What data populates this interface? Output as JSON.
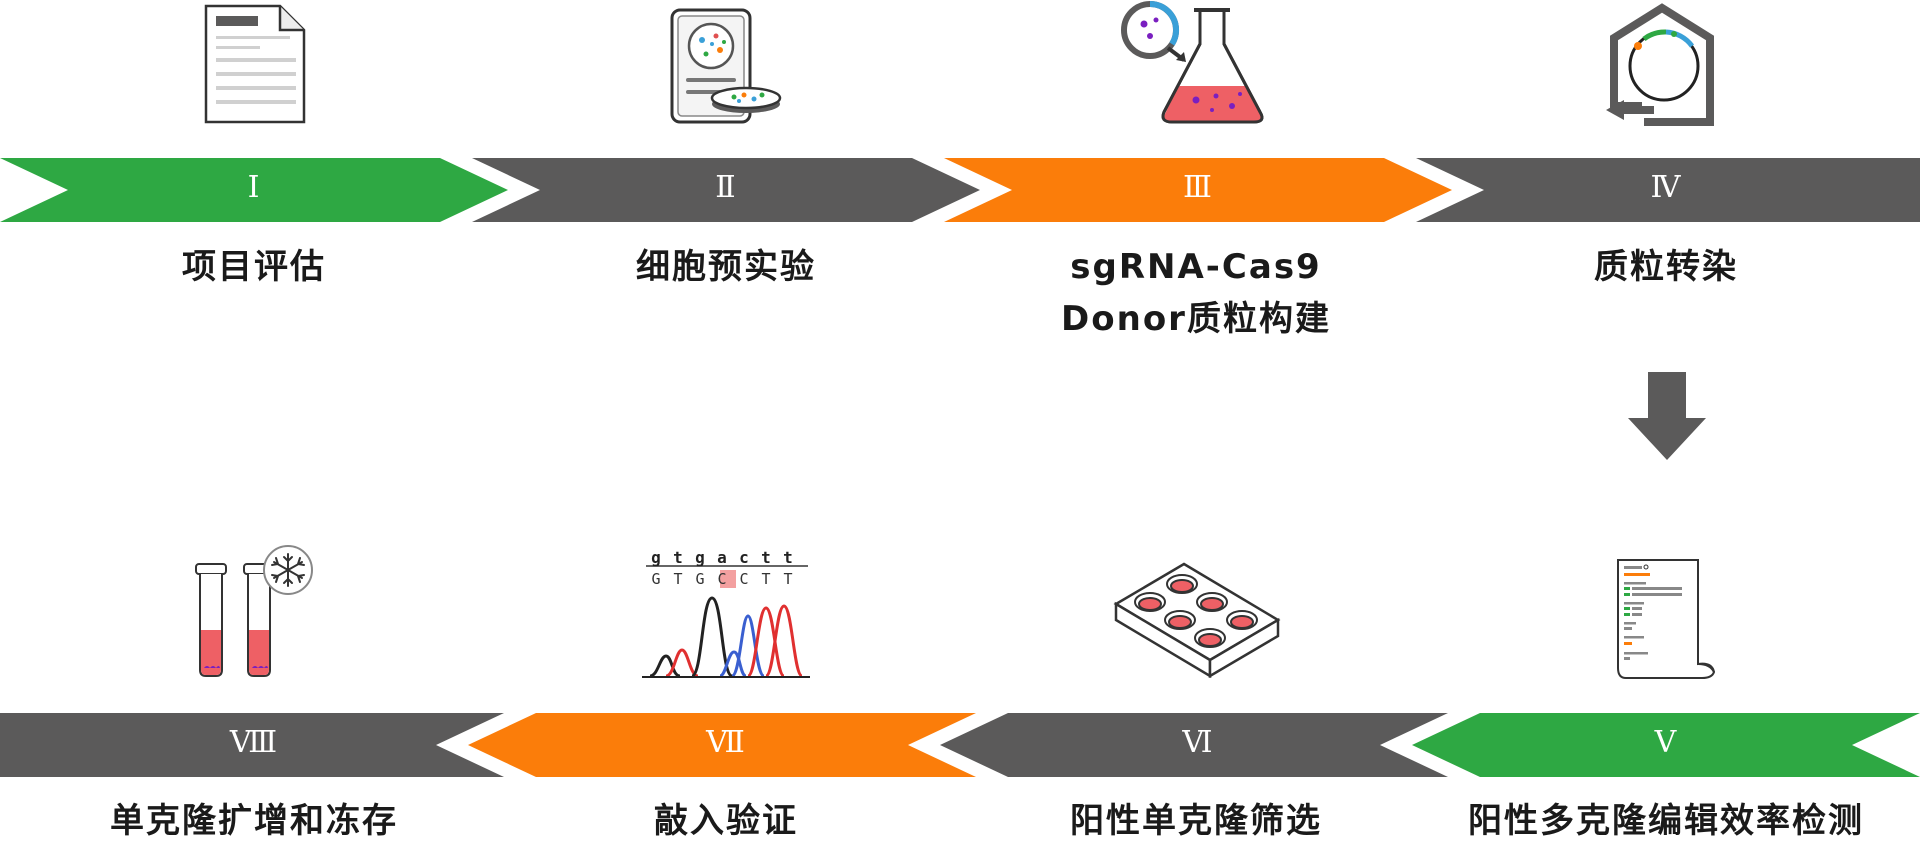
{
  "colors": {
    "green": "#2ea843",
    "gray": "#5b5a5a",
    "orange": "#fb7d0a"
  },
  "steps": [
    {
      "numeral": "Ⅰ",
      "label": [
        "项目评估"
      ]
    },
    {
      "numeral": "Ⅱ",
      "label": [
        "细胞预实验"
      ]
    },
    {
      "numeral": "Ⅲ",
      "label": [
        "sgRNA-Cas9",
        "Donor质粒构建"
      ]
    },
    {
      "numeral": "Ⅳ",
      "label": [
        "质粒转染"
      ]
    },
    {
      "numeral": "Ⅴ",
      "label": [
        "阳性多克隆编辑效率检测"
      ]
    },
    {
      "numeral": "Ⅵ",
      "label": [
        "阳性单克隆筛选"
      ]
    },
    {
      "numeral": "Ⅶ",
      "label": [
        "敲入验证"
      ]
    },
    {
      "numeral": "Ⅷ",
      "label": [
        "单克隆扩增和冻存"
      ]
    }
  ],
  "sequence": {
    "top": [
      "g",
      "t",
      "g",
      "a",
      "c",
      "t",
      "t"
    ],
    "bottom": [
      "G",
      "T",
      "G",
      "C",
      "C",
      "T",
      "T"
    ]
  }
}
